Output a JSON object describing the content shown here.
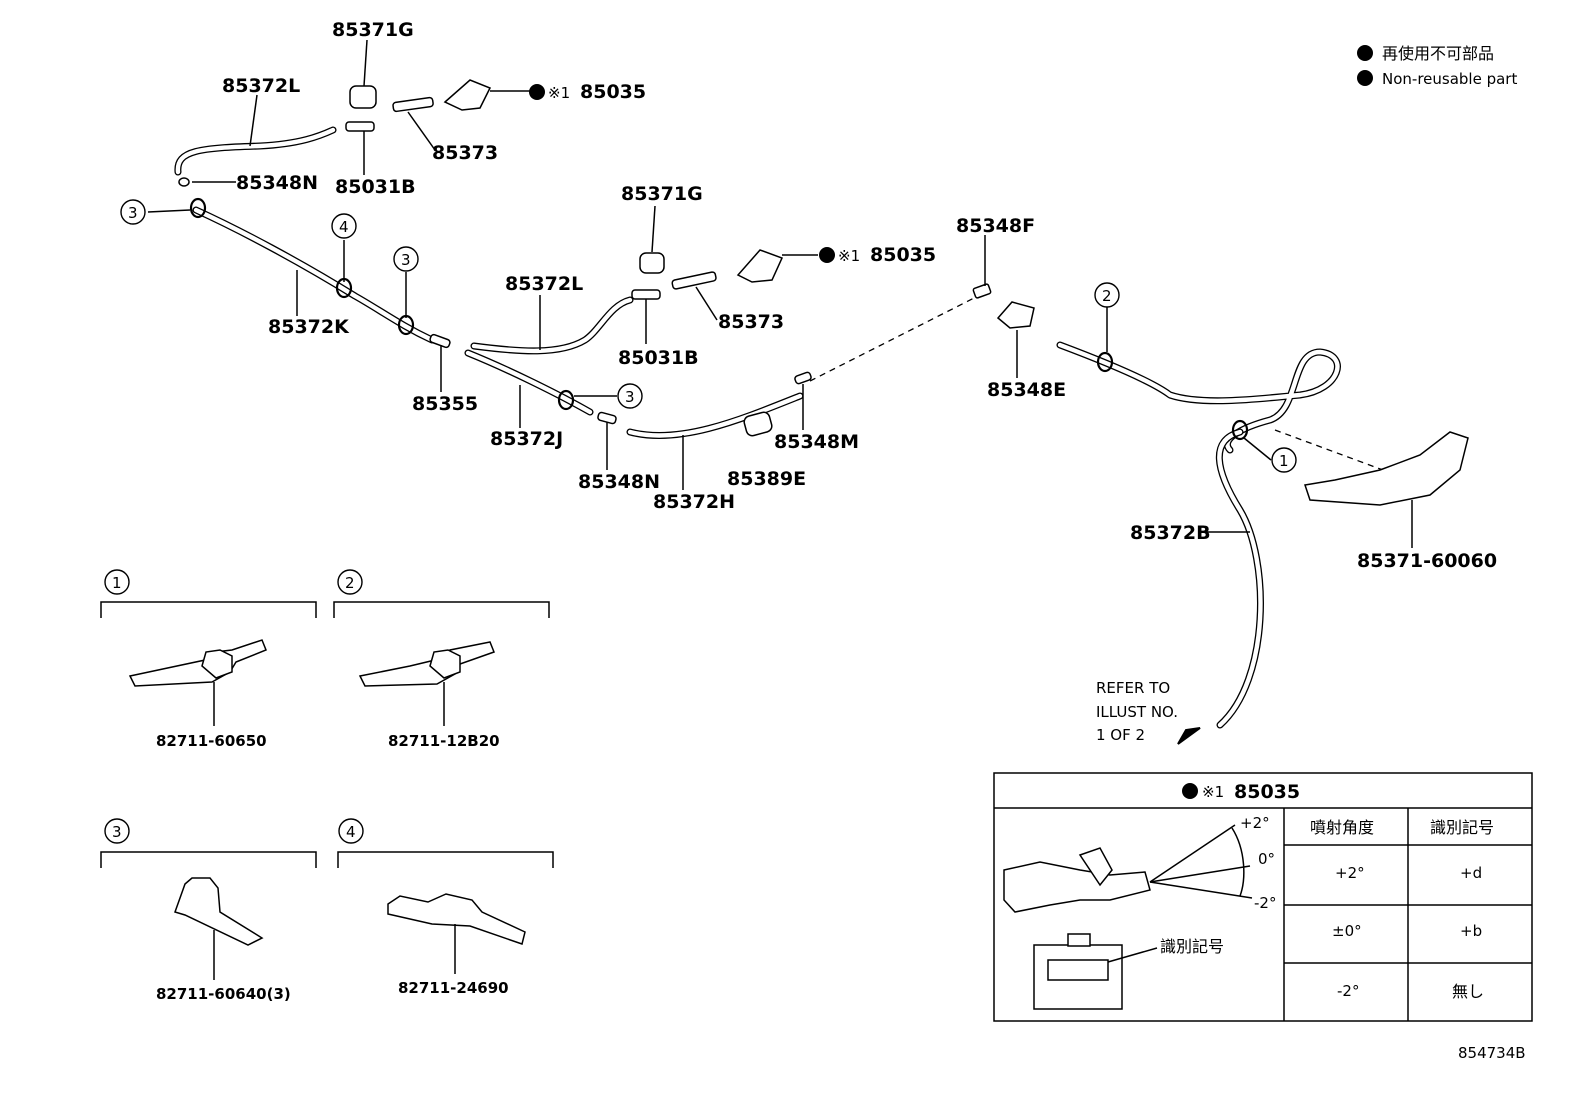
{
  "legend": {
    "jp_text": "再使用不可部品",
    "en_text": "Non-reusable part"
  },
  "parts": {
    "p85371G_top": "85371G",
    "p85372L_top": "85372L",
    "p85035_top": "85035",
    "p85373_top": "85373",
    "p85348N_top": "85348N",
    "p85031B_top": "85031B",
    "p85371G_mid": "85371G",
    "p85035_mid": "85035",
    "p85372L_mid": "85372L",
    "p85373_mid": "85373",
    "p85031B_mid": "85031B",
    "p85372K": "85372K",
    "p85355": "85355",
    "p85372J": "85372J",
    "p85348N_low": "85348N",
    "p85372H": "85372H",
    "p85389E": "85389E",
    "p85348M": "85348M",
    "p85348F": "85348F",
    "p85348E": "85348E",
    "p85372B": "85372B",
    "p85371_60060": "85371-60060"
  },
  "callout_numbers": {
    "c1": "1",
    "c2": "2",
    "c3": "3",
    "c4": "4"
  },
  "mark_text": "※1",
  "clips": [
    {
      "index": "1",
      "part": "82711-60650"
    },
    {
      "index": "2",
      "part": "82711-12B20"
    },
    {
      "index": "3",
      "part": "82711-60640(3)"
    },
    {
      "index": "4",
      "part": "82711-24690"
    }
  ],
  "refer_note": [
    "REFER TO",
    "ILLUST NO.",
    "1 OF 2"
  ],
  "detail_table": {
    "title_mark": "※1",
    "title_part": "85035",
    "angle_labels": [
      "+2°",
      "0°",
      "-2°"
    ],
    "id_label": "識別記号",
    "headers": [
      "噴射角度",
      "識別記号"
    ],
    "rows": [
      [
        "+2°",
        "+d"
      ],
      [
        "±0°",
        "+b"
      ],
      [
        "-2°",
        "無し"
      ]
    ]
  },
  "figure_number": "854734B"
}
